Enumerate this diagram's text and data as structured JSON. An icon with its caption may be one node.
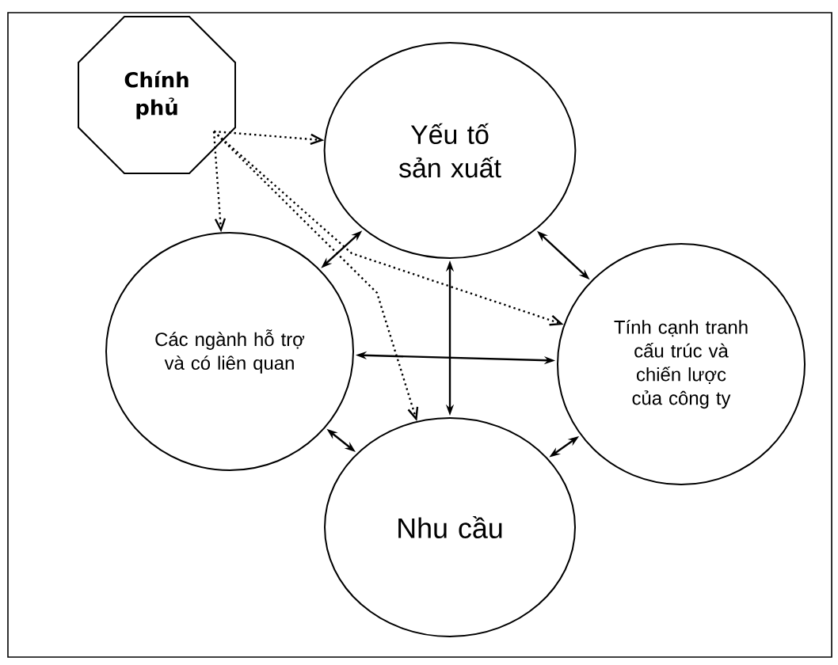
{
  "diagram": {
    "nodes": [
      {
        "text": [
          "Chính phủ"
        ]
      },
      {
        "text": [
          "Yếu tố sản xuất"
        ]
      },
      {
        "text": [
          "Các ngành hỗ trợ và có liên quan"
        ]
      },
      {
        "text": [
          "Tính cạnh tranh cấu trúc và chiến lược của công ty"
        ]
      },
      {
        "text": [
          "Nhu cầu"
        ]
      }
    ],
    "edges": [
      {
        "from": 0,
        "to": 1,
        "arrow": "to",
        "style": "dashed"
      },
      {
        "from": 0,
        "to": 2,
        "arrow": "to",
        "style": "dashed"
      },
      {
        "from": 0,
        "to": 3,
        "arrow": "to",
        "style": "dashed"
      },
      {
        "from": 0,
        "to": 4,
        "arrow": "to",
        "style": "dashed"
      },
      {
        "from": 1,
        "to": 2,
        "arrow": "both"
      },
      {
        "from": 1,
        "to": 3,
        "arrow": "both"
      },
      {
        "from": 2,
        "to": 4,
        "arrow": "both"
      },
      {
        "from": 3,
        "to": 4,
        "arrow": "both"
      },
      {
        "from": 2,
        "to": 3,
        "arrow": "both"
      },
      {
        "from": 1,
        "to": 4,
        "arrow": "both"
      }
    ]
  }
}
